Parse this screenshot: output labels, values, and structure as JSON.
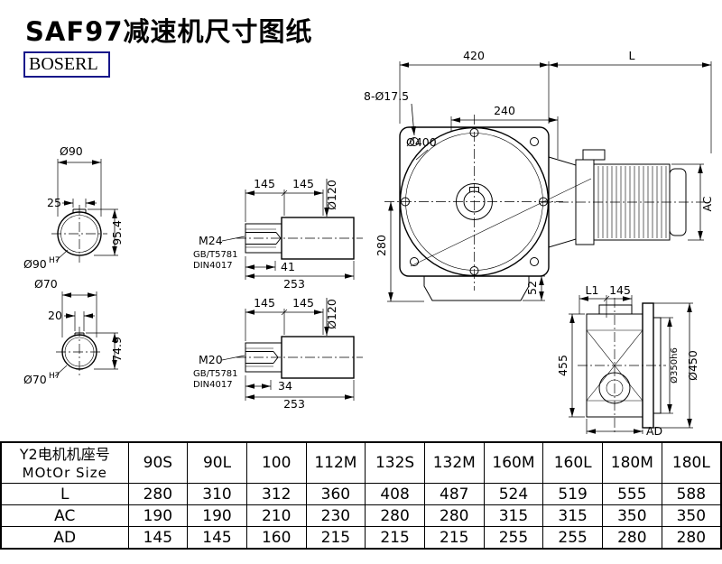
{
  "page": {
    "title": "SAF97减速机尺寸图纸",
    "logo": "BOSERL"
  },
  "shaft_end_top": {
    "diameter": "Ø90",
    "key_width": "25",
    "height": "95.4",
    "bore": "Ø90",
    "bore_tol": "H7"
  },
  "shaft_end_bottom": {
    "diameter": "Ø70",
    "key_width": "20",
    "height": "74.9",
    "bore": "Ø70",
    "bore_tol": "H7"
  },
  "shaft_detail_top": {
    "seg1": "145",
    "seg2": "145",
    "dia": "Ø120",
    "thread": "M24",
    "std1": "GB/T5781",
    "std2": "DIN4017",
    "depth": "41",
    "total": "253"
  },
  "shaft_detail_bottom": {
    "seg1": "145",
    "seg2": "145",
    "dia": "Ø120",
    "thread": "M20",
    "std1": "GB/T5781",
    "std2": "DIN4017",
    "depth": "34",
    "total": "253"
  },
  "front_view": {
    "width": "420",
    "length": "L",
    "holes": "8-Ø17.5",
    "pitch": "240",
    "flange_dia": "Ø400",
    "height": "280",
    "foot": "52",
    "ac": "AC"
  },
  "side_view": {
    "l1": "L1",
    "dim145": "145",
    "height": "455",
    "spigot": "Ø350h6",
    "flange": "Ø450",
    "ad": "AD"
  },
  "table": {
    "header": {
      "line1": "Y2电机机座号",
      "line2": "MOtOr Size"
    },
    "columns": [
      "90S",
      "90L",
      "100",
      "112M",
      "132S",
      "132M",
      "160M",
      "160L",
      "180M",
      "180L"
    ],
    "rows": [
      {
        "label": "L",
        "values": [
          "280",
          "310",
          "312",
          "360",
          "408",
          "487",
          "524",
          "519",
          "555",
          "588"
        ]
      },
      {
        "label": "AC",
        "values": [
          "190",
          "190",
          "210",
          "230",
          "280",
          "280",
          "315",
          "315",
          "350",
          "350"
        ]
      },
      {
        "label": "AD",
        "values": [
          "145",
          "145",
          "160",
          "215",
          "215",
          "215",
          "255",
          "255",
          "280",
          "280"
        ]
      }
    ]
  },
  "colors": {
    "logo_border": "#16168a",
    "line": "#000000"
  }
}
